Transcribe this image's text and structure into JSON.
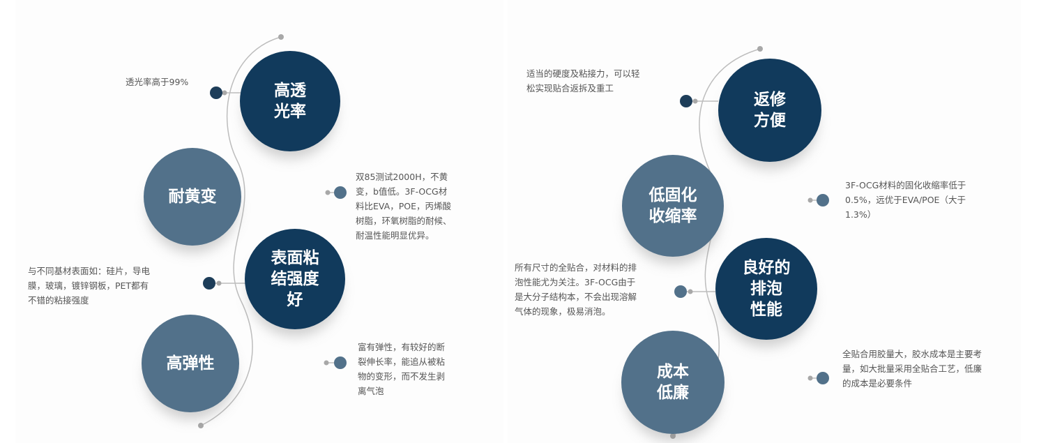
{
  "colors": {
    "dark_circle": "#113a5c",
    "light_circle": "#52718a",
    "dot": "#1d3d59",
    "connector": "#bdbdbd",
    "text": "#555555"
  },
  "left": {
    "features": [
      {
        "label": "高透\n光率",
        "desc": "透光率高于99%"
      },
      {
        "label": "耐黄变",
        "desc": "双85测试2000H，不黄\n变，b值低。3F-OCG材\n料比EVA，POE，丙烯酸\n树脂，环氧树脂的耐候、\n耐温性能明显优异。"
      },
      {
        "label": "表面粘\n结强度\n好",
        "desc": "与不同基材表面如：硅片，导电\n膜，玻璃，镀锌钢板，PET都有\n不错的粘接强度"
      },
      {
        "label": "高弹性",
        "desc": "富有弹性，有较好的断\n裂伸长率，能追从被粘\n物的变形，而不发生剥\n离气泡"
      }
    ]
  },
  "right": {
    "features": [
      {
        "label": "返修\n方便",
        "desc": "适当的硬度及粘接力，可以轻\n松实现贴合返拆及重工"
      },
      {
        "label": "低固化\n收缩率",
        "desc": "3F-OCG材料的固化收缩率低于\n0.5%，远优于EVA/POE（大于\n1.3%）"
      },
      {
        "label": "良好的\n排泡\n性能",
        "desc": "所有尺寸的全贴合，对材料的排\n泡性能尤为关注。3F-OCG由于\n是大分子结构本，不会出现溶解\n气体的现象，极易消泡。"
      },
      {
        "label": "成本\n低廉",
        "desc": "全贴合用胶量大，胶水成本是主要考\n量，如大批量采用全贴合工艺，低廉\n的成本是必要条件"
      }
    ]
  }
}
